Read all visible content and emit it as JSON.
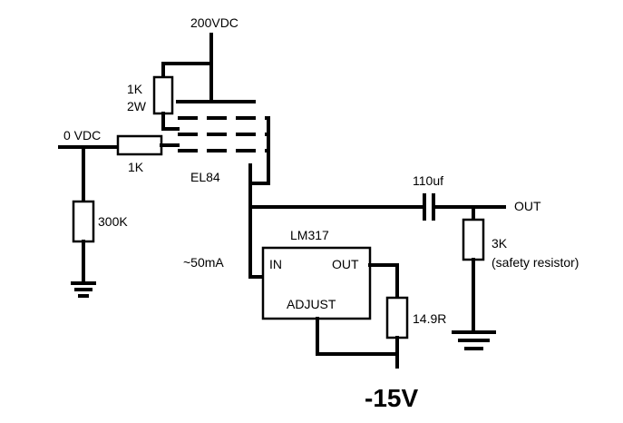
{
  "labels": {
    "supply": "200VDC",
    "plate_resistor_value": "1K",
    "plate_resistor_power": "2W",
    "input_label": "0 VDC",
    "grid_resistor": "1K",
    "tube": "EL84",
    "bias_resistor": "300K",
    "current": "~50mA",
    "regulator": "LM317",
    "reg_in": "IN",
    "reg_out": "OUT",
    "reg_adjust": "ADJUST",
    "set_resistor": "14.9R",
    "capacitor": "110uf",
    "output": "OUT",
    "safety_resistor": "3K",
    "safety_resistor_note": "(safety resistor)",
    "negative_rail": "-15V"
  }
}
